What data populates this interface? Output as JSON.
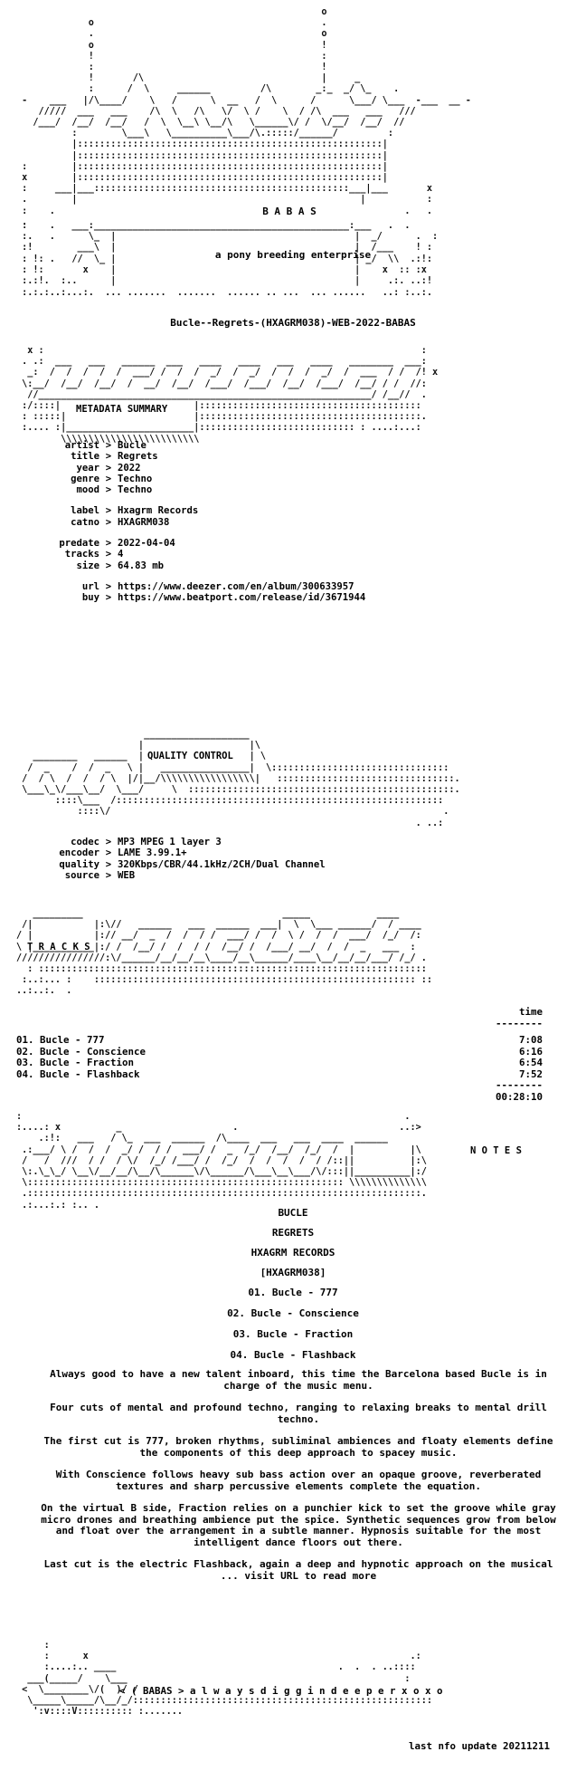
{
  "header": {
    "letters": "B        A        B        A        S",
    "tagline": "a pony breeding enterprise",
    "release_name": "Bucle--Regrets-(HXAGRM038)-WEB-2022-BABAS"
  },
  "metadata": {
    "section_title": "METADATA SUMMARY",
    "fields": [
      {
        "key": "artist",
        "value": "Bucle"
      },
      {
        "key": "title",
        "value": "Regrets"
      },
      {
        "key": "year",
        "value": "2022"
      },
      {
        "key": "genre",
        "value": "Techno"
      },
      {
        "key": "mood",
        "value": "Techno"
      },
      {
        "key": "label",
        "value": "Hxagrm Records"
      },
      {
        "key": "catno",
        "value": "HXAGRM038"
      },
      {
        "key": "predate",
        "value": "2022-04-04"
      },
      {
        "key": "tracks",
        "value": "4"
      },
      {
        "key": "size",
        "value": "64.83 mb"
      },
      {
        "key": "url",
        "value": "https://www.deezer.com/en/album/300633957"
      },
      {
        "key": "buy",
        "value": "https://www.beatport.com/release/id/3671944"
      }
    ]
  },
  "quality": {
    "section_title": "QUALITY CONTROL",
    "fields": [
      {
        "key": "codec",
        "value": "MP3 MPEG 1 layer 3"
      },
      {
        "key": "encoder",
        "value": "LAME 3.99.1+"
      },
      {
        "key": "quality",
        "value": "320Kbps/CBR/44.1kHz/2CH/Dual Channel"
      },
      {
        "key": "source",
        "value": "WEB"
      }
    ]
  },
  "tracks": {
    "section_title": "T R A C K S",
    "time_header": "time",
    "rule": "--------",
    "items": [
      {
        "name": "01. Bucle - 777",
        "time": "7:08"
      },
      {
        "name": "02. Bucle - Conscience",
        "time": "6:16"
      },
      {
        "name": "03. Bucle - Fraction",
        "time": "6:54"
      },
      {
        "name": "04. Bucle - Flashback",
        "time": "7:52"
      }
    ],
    "total": "00:28:10"
  },
  "notes": {
    "section_title": "N O T E S",
    "headlines": [
      "BUCLE",
      "REGRETS",
      "HXAGRM RECORDS",
      "[HXAGRM038]",
      "01. Bucle - 777",
      "02. Bucle - Conscience",
      "03. Bucle - Fraction",
      "04. Bucle - Flashback"
    ],
    "paragraphs": [
      "Always good to have a new talent inboard, this time the Barcelona based Bucle is in charge of the music menu.",
      "Four cuts of mental and profound techno, ranging to relaxing breaks to mental drill techno.",
      "The first cut is 777, broken rhythms, subliminal ambiences and floaty elements define the components of this deep approach to spacey music.",
      "With Conscience follows heavy sub bass action over an opaque groove, reverberated textures and sharp percussive elements complete the equation.",
      "On the virtual B side, Fraction relies on a punchier kick to set the groove while gray micro drones and breathing ambience put the spice. Synthetic sequences grow from below and float over the arrangement in a subtle manner. Hypnosis suitable for the most intelligent dance floors out there.",
      "Last cut is the electric Flashback, again a deep and hypnotic approach on the musical  ... visit URL to read more"
    ]
  },
  "footer": {
    "motto": "< ( BABAS > a l w a y s d i g g i n d e e p e r x o x o",
    "update": "last nfo update 20211211"
  }
}
